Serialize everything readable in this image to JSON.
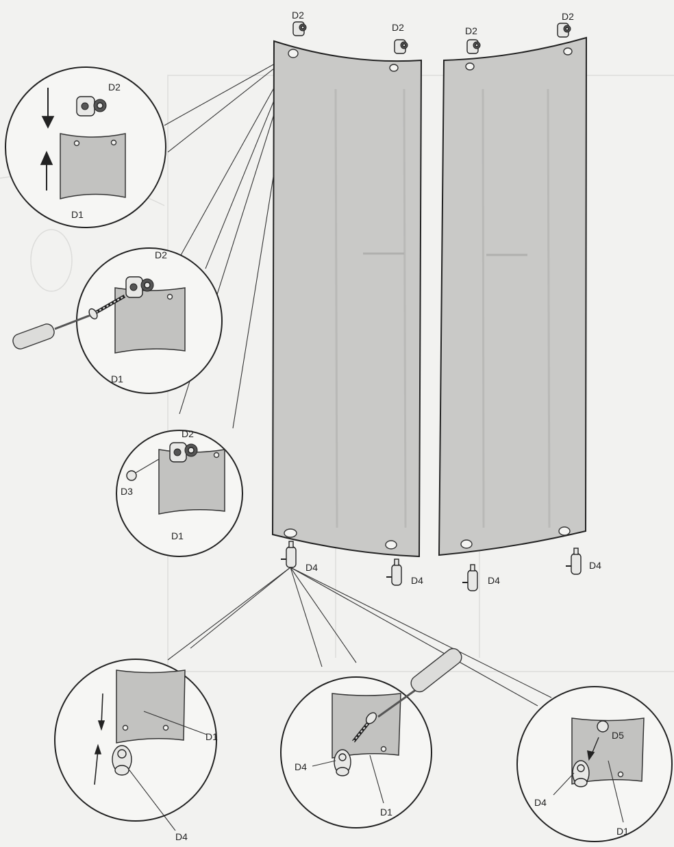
{
  "labels": {
    "d1": "D1",
    "d2": "D2",
    "d3": "D3",
    "d4": "D4",
    "d5": "D5"
  },
  "icons": {
    "clip": "clamp-bracket-icon",
    "screw": "screw-icon",
    "screwdriver": "screwdriver-icon",
    "cap": "cover-cap-icon"
  },
  "colors": {
    "panel": "#c9c9c7",
    "background": "#f2f2f0",
    "line": "#222222"
  }
}
